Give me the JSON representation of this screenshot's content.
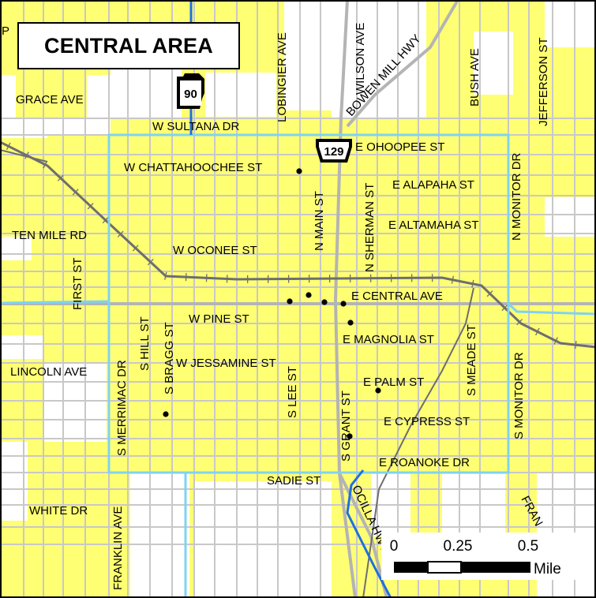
{
  "title": "CENTRAL AREA",
  "colors": {
    "city_fill": "#ffff73",
    "street": "#c8c8c8",
    "highway": "#b4b4b4",
    "boundary": "#7fd3f0",
    "route": "#1f6fe0",
    "railroad": "#6e6e6e"
  },
  "routes": {
    "r90": "90",
    "r129": "129"
  },
  "streets": {
    "grace": "GRACE AVE",
    "sultana": "W SULTANA DR",
    "lobingier": "LOBINGIER AVE",
    "wilson": "WILSON AVE",
    "bowen": "BOWEN MILL HWY",
    "bush": "BUSH AVE",
    "jefferson": "JEFFERSON ST",
    "ohoopee": "E OHOOPEE ST",
    "chattahoochee": "W CHATTAHOOCHEE ST",
    "alapaha": "E ALAPAHA ST",
    "altamaha": "E ALTAMAHA ST",
    "n_main": "N MAIN ST",
    "n_sherman": "N SHERMAN ST",
    "n_monitor": "N MONITOR DR",
    "ten_mile": "TEN MILE RD",
    "first": "FIRST ST",
    "w_oconee": "W OCONEE ST",
    "e_central": "E CENTRAL AVE",
    "w_pine": "W PINE ST",
    "s_hill": "S HILL ST",
    "s_bragg": "S BRAGG ST",
    "s_merrimac": "S MERRIMAC DR",
    "e_magnolia": "E MAGNOLIA ST",
    "s_meade": "S MEADE ST",
    "lincoln": "LINCOLN AVE",
    "w_jessamine": "W JESSAMINE ST",
    "e_palm": "E PALM ST",
    "s_monitor": "S MONITOR DR",
    "s_lee": "S LEE ST",
    "s_grant": "S GRANT ST",
    "e_cypress": "E CYPRESS ST",
    "e_roanoke": "E ROANOKE DR",
    "sadie": "SADIE ST",
    "white": "WHITE DR",
    "franklin": "FRANKLIN AVE",
    "ocilla": "OCILLA HWY",
    "fran": "FRAN",
    "edge_p": "P"
  },
  "scale": {
    "t0": "0",
    "t1": "0.25",
    "t2": "0.5",
    "unit": "Mile"
  }
}
